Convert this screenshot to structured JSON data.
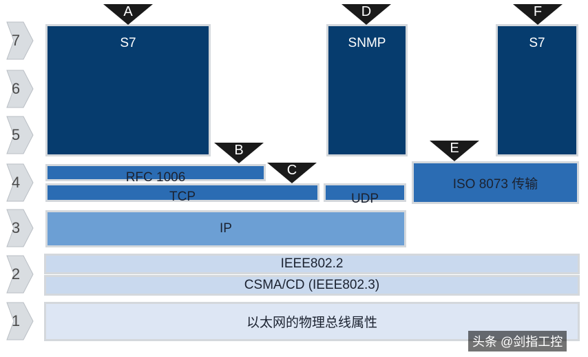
{
  "layers": [
    {
      "num": "7"
    },
    {
      "num": "6"
    },
    {
      "num": "5"
    },
    {
      "num": "4"
    },
    {
      "num": "3"
    },
    {
      "num": "2"
    },
    {
      "num": "1"
    }
  ],
  "blocks": {
    "s7_a": "S7",
    "snmp": "SNMP",
    "s7_f": "S7",
    "rfc1006": "RFC 1006",
    "tcp": "TCP",
    "udp": "UDP",
    "iso8073": "ISO 8073 传输",
    "ip": "IP",
    "ieee8022": "IEEE802.2",
    "csmacd": "CSMA/CD (IEEE802.3)",
    "physical": "以太网的物理总线属性"
  },
  "markers": [
    "A",
    "B",
    "C",
    "D",
    "E",
    "F"
  ],
  "watermark": "头条 @剑指工控",
  "colors": {
    "dark_block": "#063c6e",
    "mid_block": "#2b6cb3",
    "light_block": "#6c9fd4",
    "pale_block": "#c9d9ee",
    "marker": "#1a1a1a"
  }
}
